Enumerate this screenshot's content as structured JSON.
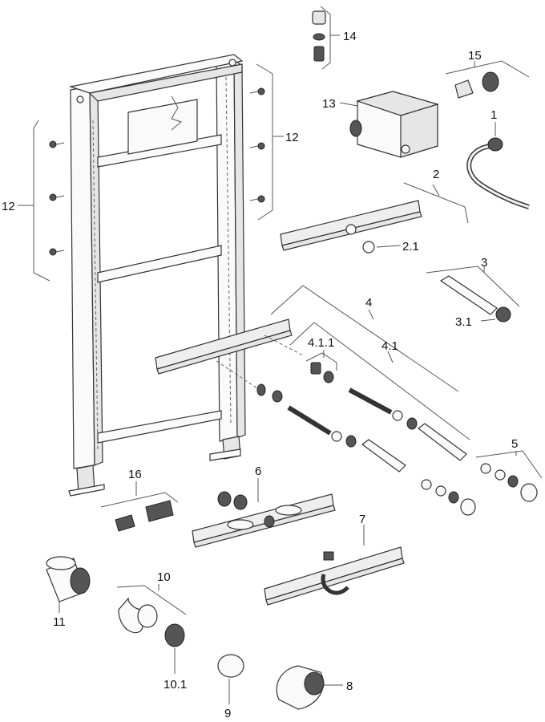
{
  "labels": {
    "l1": "1",
    "l2": "2",
    "l2_1": "2.1",
    "l3": "3",
    "l3_1": "3.1",
    "l4": "4",
    "l4_1": "4.1",
    "l4_1_1": "4.1.1",
    "l5": "5",
    "l6": "6",
    "l7": "7",
    "l8": "8",
    "l9": "9",
    "l10": "10",
    "l10_1": "10.1",
    "l11": "11",
    "l12_left": "12",
    "l12_right": "12",
    "l13": "13",
    "l14": "14",
    "l15": "15",
    "l16": "16"
  }
}
